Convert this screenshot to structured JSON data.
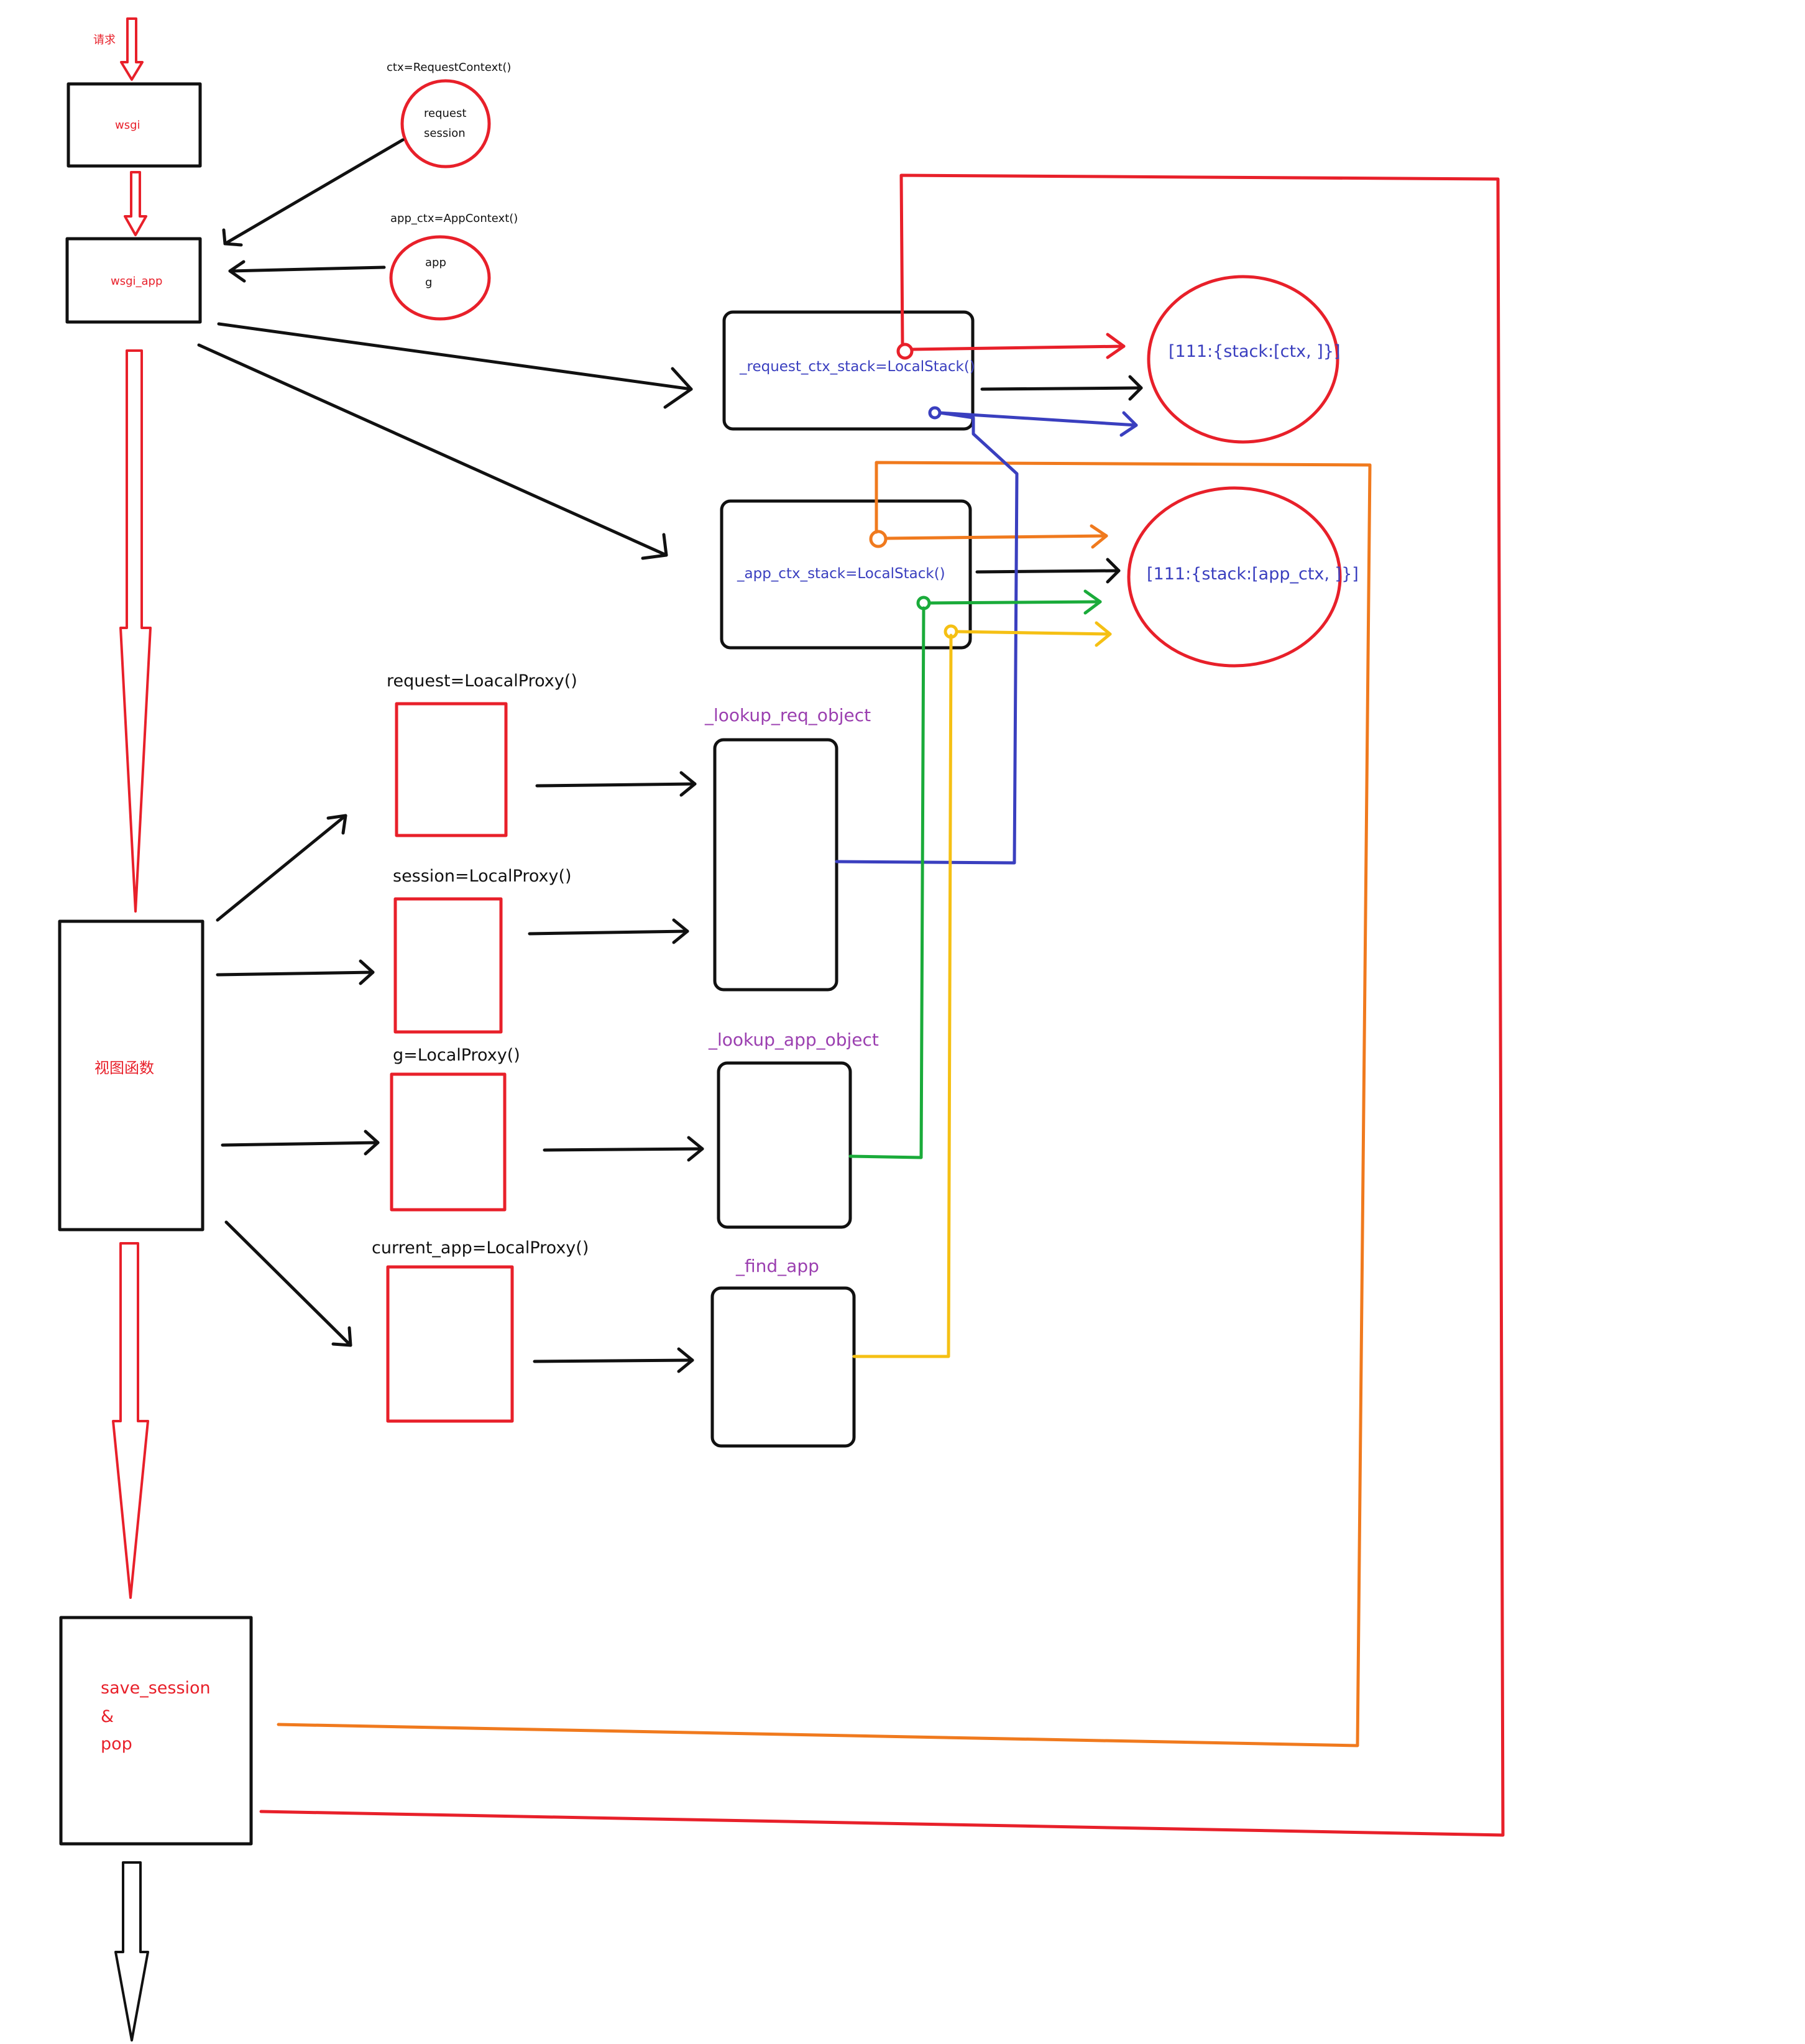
{
  "colors": {
    "red": "#e8202a",
    "black": "#111111",
    "blue": "#3a3fbf",
    "orange": "#f07a1e",
    "green": "#1aab3a",
    "yellow": "#f5c014",
    "purple": "#9b3fb0"
  },
  "labels": {
    "request_arrow": "请求",
    "wsgi": "wsgi",
    "wsgi_app": "wsgi_app",
    "ctx_def": "ctx=RequestContext()",
    "ctx_line1": "request",
    "ctx_line2": "session",
    "app_ctx_def": "app_ctx=AppContext()",
    "app_ctx_line1": "app",
    "app_ctx_line2": "g",
    "request_ctx_stack": "_request_ctx_stack=LocalStack()",
    "app_ctx_stack": "_app_ctx_stack=LocalStack()",
    "req_storage": "[111:{stack:[ctx, ]}]",
    "app_storage": "[111:{stack:[app_ctx, ]}]",
    "request_proxy": "request=LoacalProxy()",
    "session_proxy": "session=LocalProxy()",
    "g_proxy": "g=LocalProxy()",
    "current_app_proxy": "current_app=LocalProxy()",
    "lookup_req_object": "_lookup_req_object",
    "lookup_app_object": "_lookup_app_object",
    "find_app": "_find_app",
    "view_func": "视图函数",
    "save_line1": "save_session",
    "save_line2": "&",
    "save_line3": "pop"
  }
}
